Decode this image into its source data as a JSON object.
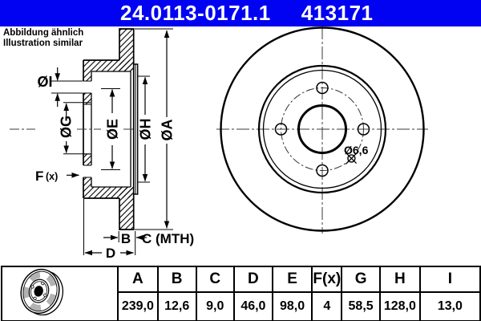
{
  "header": {
    "part_number": "24.0113-0171.1",
    "reference_number": "413171",
    "bg_color": "#0202f2"
  },
  "disclaimer": {
    "line1": "Abbildung ähnlich",
    "line2": "Illustration similar"
  },
  "drawing": {
    "labels": {
      "dia_i": "ØI",
      "dia_g": "ØG",
      "dia_e": "ØE",
      "dia_h": "ØH",
      "dia_a": "ØA",
      "f": "F",
      "fx": "(x)",
      "b": "B",
      "c_mth": "C (MTH)",
      "d": "D",
      "small_hole": "Ø6,6"
    },
    "line_color": "#000000",
    "centerline_color": "#3a3a3a"
  },
  "table": {
    "headers": [
      "A",
      "B",
      "C",
      "D",
      "E",
      "F(x)",
      "G",
      "H",
      "I"
    ],
    "values": [
      "239,0",
      "12,6",
      "9,0",
      "46,0",
      "98,0",
      "4",
      "58,5",
      "128,0",
      "13,0"
    ]
  }
}
